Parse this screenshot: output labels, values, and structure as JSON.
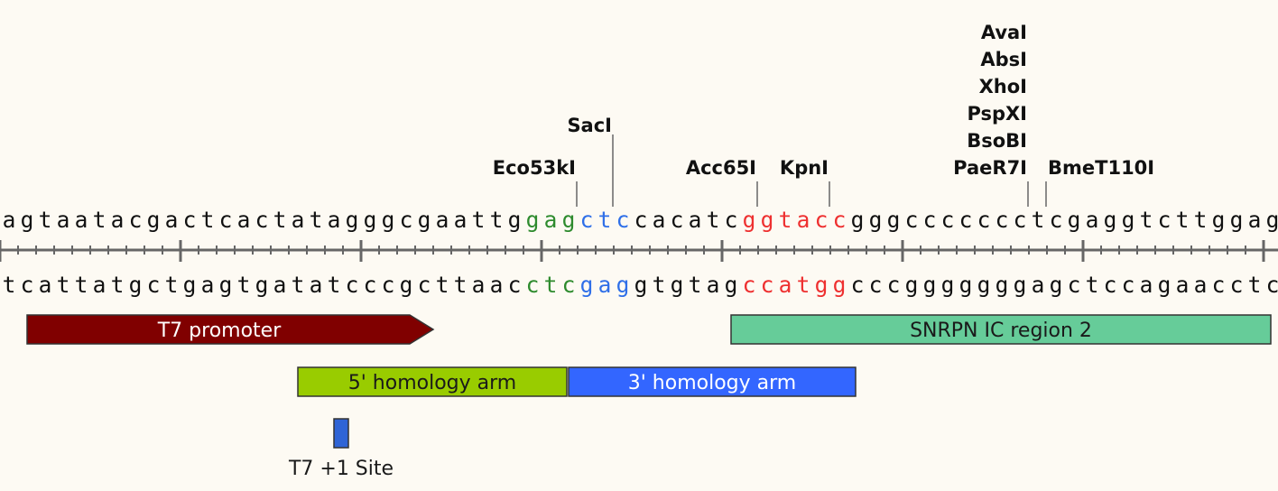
{
  "sequence": {
    "top": "agtaatacgactcactatagggcgaattggagctccacatcggtaccgggccccccctcgaggtcttggag",
    "bottom": "tcattatgctgagtgatatcccgcttaacctcgaggtgtagccatggcccgggggggagctccagaacctc",
    "highlights": [
      {
        "start": 29,
        "end": 32,
        "color": "#2e8b2e"
      },
      {
        "start": 32,
        "end": 35,
        "color": "#2f6fe8"
      },
      {
        "start": 41,
        "end": 47,
        "color": "#ee3030"
      }
    ]
  },
  "enzymes": [
    {
      "name": "Eco53kI",
      "cut": 32
    },
    {
      "name": "SacI",
      "cut": 34
    },
    {
      "name": "Acc65I",
      "cut": 42
    },
    {
      "name": "KpnI",
      "cut": 46
    },
    {
      "name": "AvaI",
      "cut": 57
    },
    {
      "name": "AbsI",
      "cut": 57
    },
    {
      "name": "XhoI",
      "cut": 57
    },
    {
      "name": "PspXI",
      "cut": 57
    },
    {
      "name": "BsoBI",
      "cut": 57
    },
    {
      "name": "PaeR7I",
      "cut": 57
    },
    {
      "name": "BmeT110I",
      "cut": 58
    }
  ],
  "features": [
    {
      "id": "t7-promoter",
      "label": "T7 promoter",
      "start": 1.5,
      "end": 23.3,
      "color": "#800000",
      "text_color": "#ffffff",
      "shape": "arrow-right"
    },
    {
      "id": "snrpn-ic-region-2",
      "label": "SNRPN IC region 2",
      "start": 40.5,
      "end": 70.4,
      "color": "#66cc99",
      "text_color": "#1a1a1a",
      "shape": "box"
    },
    {
      "id": "five-homology-arm",
      "label": "5' homology arm",
      "start": 16.5,
      "end": 31.4,
      "color": "#99cc00",
      "text_color": "#1a1a1a",
      "shape": "box"
    },
    {
      "id": "three-homology-arm",
      "label": "3' homology arm",
      "start": 31.5,
      "end": 47.4,
      "color": "#3366ff",
      "text_color": "#ffffff",
      "shape": "box"
    },
    {
      "id": "t7-plus1-site",
      "label": "T7 +1 Site",
      "start": 18.5,
      "end": 19.3,
      "color": "#2f64d6",
      "text_color": "#1a1a1a",
      "shape": "marker"
    }
  ],
  "colors": {
    "ruler": "#666666",
    "base": "#111111",
    "cut_line": "#666666"
  }
}
